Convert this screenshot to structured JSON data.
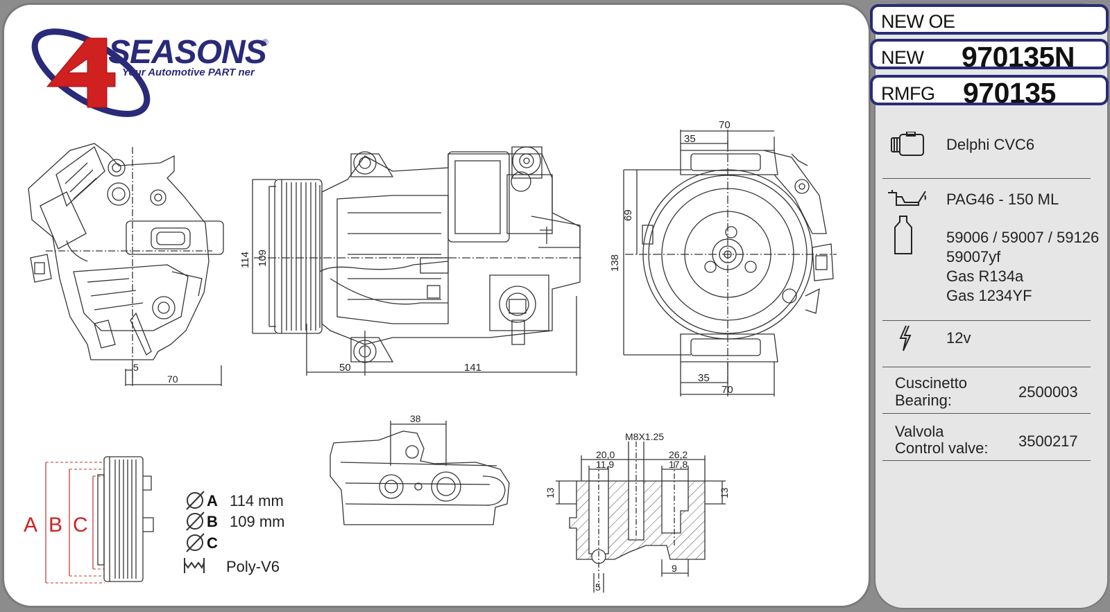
{
  "logo": {
    "brand": "SEASONS",
    "digit": "4",
    "tagline": "Your Automotive PART ner",
    "registered": "®"
  },
  "header": {
    "new_oe_label": "NEW OE",
    "new_label": "NEW",
    "new_number": "970135N",
    "rmfg_label": "RMFG",
    "rmfg_number": "970135"
  },
  "specs": {
    "compressor_type": "Delphi CVC6",
    "oil": "PAG46 - 150 ML",
    "oil_codes": "59006 / 59007 / 59126",
    "oil_code_2": "59007yf",
    "gas_1": "Gas R134a",
    "gas_2": "Gas 1234YF",
    "voltage": "12v",
    "bearing_label_1": "Cuscinetto",
    "bearing_label_2": "Bearing:",
    "bearing_value": "2500003",
    "valve_label_1": "Valvola",
    "valve_label_2": "Control valve:",
    "valve_value": "3500217"
  },
  "dimensions": {
    "side_5": "5",
    "side_70": "70",
    "front_114": "114",
    "front_109": "109",
    "front_50": "50",
    "front_141": "141",
    "rear_70_top": "70",
    "rear_35_top": "35",
    "rear_69": "69",
    "rear_138": "138",
    "rear_35_bottom": "35",
    "rear_70_bottom": "70",
    "head_38": "38",
    "thread": "M8X1.25",
    "d_20_0": "20,0",
    "d_11_9": "11,9",
    "d_26_2": "26,2",
    "d_17_8": "17,8",
    "d_13_left": "13",
    "d_13_right": "13",
    "d_9": "9",
    "d_5": "5"
  },
  "pulley": {
    "label_a": "A",
    "label_b": "B",
    "label_c": "C",
    "a_letter": "A",
    "a_value": "114 mm",
    "b_letter": "B",
    "b_value": "109 mm",
    "c_letter": "C",
    "belt": "Poly-V6"
  },
  "colors": {
    "accent_red": "#d02020",
    "navy": "#2a2a7a",
    "panel_gray": "#e6e6e6",
    "frame_gray": "#8c8c8c"
  }
}
